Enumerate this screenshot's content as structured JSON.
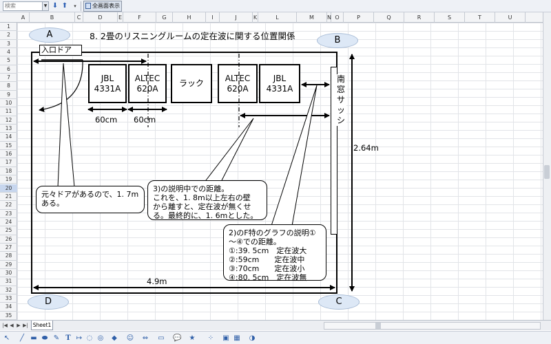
{
  "toolbar": {
    "search_placeholder": "検索",
    "show_all_label": "全画面表示",
    "icons": [
      "dropdown-icon",
      "search-down-icon",
      "search-up-icon",
      "more-icon"
    ]
  },
  "columns": [
    "A",
    "B",
    "C",
    "D",
    "E",
    "F",
    "G",
    "H",
    "I",
    "J",
    "K",
    "L",
    "M",
    "N",
    "O",
    "P",
    "Q",
    "R",
    "S",
    "T",
    "U"
  ],
  "rows": [
    "1",
    "2",
    "3",
    "4",
    "5",
    "6",
    "7",
    "8",
    "9",
    "10",
    "11",
    "12",
    "13",
    "14",
    "15",
    "16",
    "17",
    "18",
    "19",
    "20",
    "21",
    "22",
    "23",
    "24",
    "25",
    "26",
    "27",
    "28",
    "29",
    "30",
    "31",
    "32",
    "33",
    "34",
    "35"
  ],
  "active_row": "20",
  "drawing": {
    "title": "8. 2畳のリスニングルームの定在波に関する位置関係",
    "corners": {
      "a": "A",
      "b": "B",
      "c": "C",
      "d": "D"
    },
    "door_label": "入口ドア",
    "speaker_left": {
      "line1": "JBL",
      "line2": "4331A"
    },
    "altec_left": {
      "line1": "ALTEC",
      "line2": "620A"
    },
    "rack": "ラック",
    "altec_right": {
      "line1": "ALTEC",
      "line2": "620A"
    },
    "speaker_right": {
      "line1": "JBL",
      "line2": "4331A"
    },
    "window_label": "南\n窓\nサ\nッ\nシ",
    "dim_60_a": "60cm",
    "dim_60_b": "60cm",
    "dim_depth": "2.64m",
    "dim_width": "4.9m",
    "callout_door": [
      "元々ドアがあるので、1. 7m",
      "ある。"
    ],
    "callout_3": [
      "3)の説明中での距離。",
      "これを、1. 8m以上左右の壁",
      "から離すと、定在波が無くせ",
      "る。最終的に、1. 6mとした。"
    ],
    "callout_2": [
      "2)のF特のグラフの説明①",
      "～④での距離。",
      "①:39. 5cm　定在波大",
      "②:59cm　　定在波中",
      "③:70cm　　定在波小",
      "④:80. 5cm　定在波無"
    ]
  },
  "sheet": {
    "tab_label": "Sheet1"
  }
}
